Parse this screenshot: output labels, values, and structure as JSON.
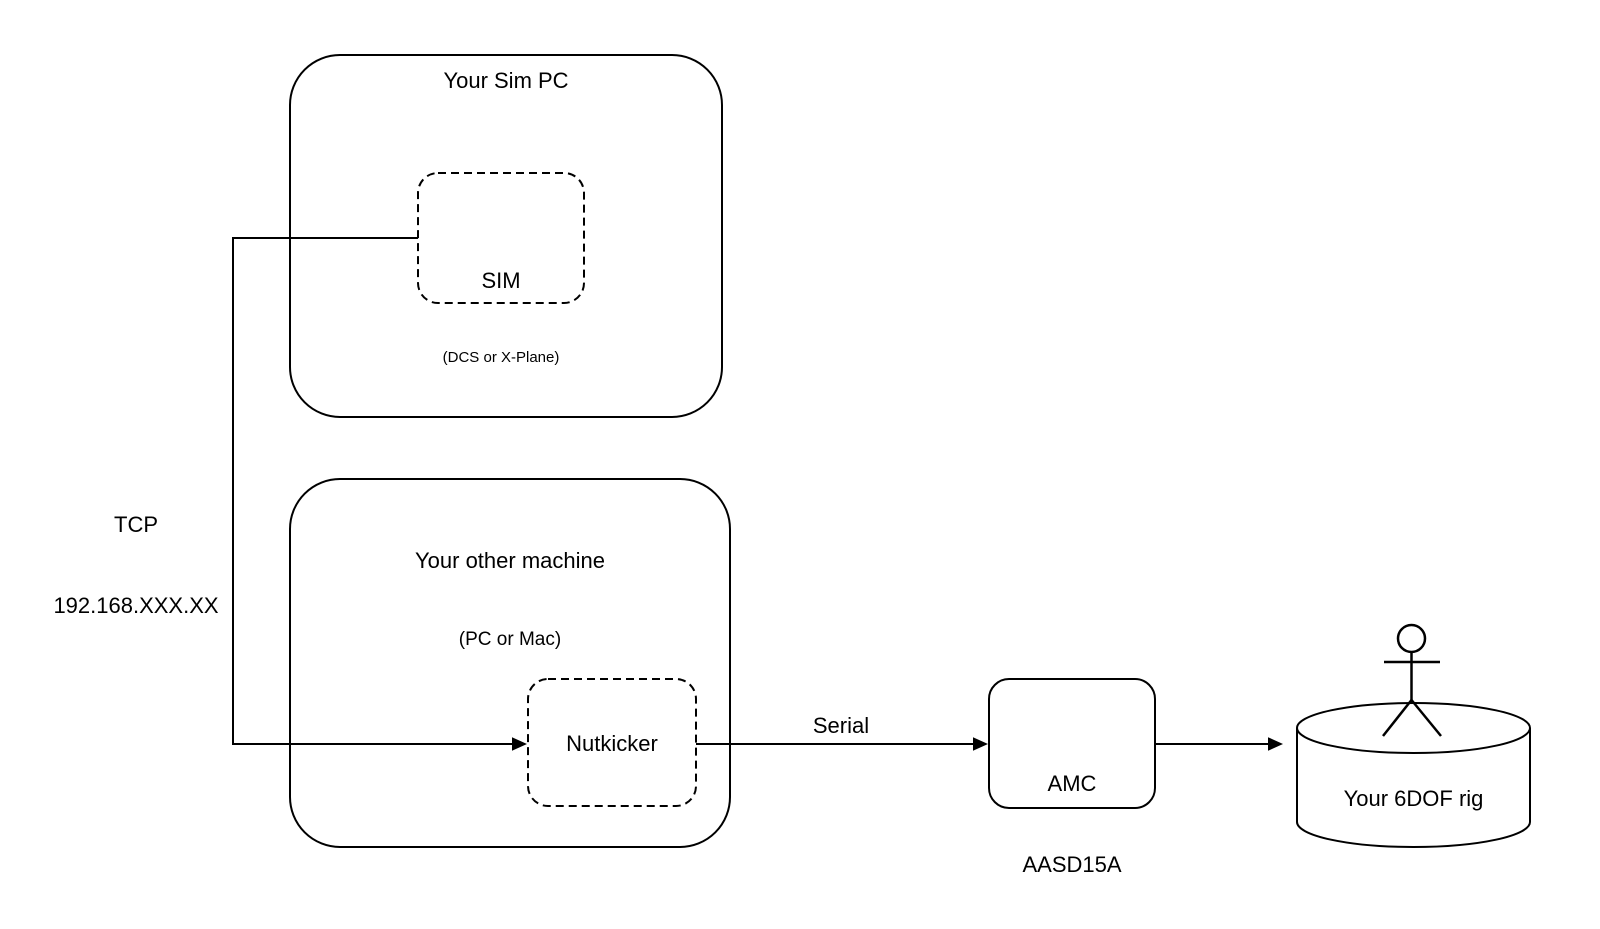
{
  "diagram": {
    "background_color": "#ffffff",
    "stroke_color": "#000000",
    "sim_pc_box": {
      "title": "Your Sim PC"
    },
    "sim_box": {
      "title": "SIM",
      "subtitle": "(DCS or X-Plane)"
    },
    "other_machine_box": {
      "title": "Your other machine",
      "subtitle": "(PC or Mac)"
    },
    "nutkicker_box": {
      "label": "Nutkicker"
    },
    "amc_box": {
      "line1": "AMC",
      "line2": "AASD15A"
    },
    "rig": {
      "label": "Your 6DOF rig"
    },
    "connections": {
      "tcp": {
        "line1": "TCP",
        "line2": "192.168.XXX.XX"
      },
      "serial": {
        "label": "Serial"
      }
    }
  }
}
